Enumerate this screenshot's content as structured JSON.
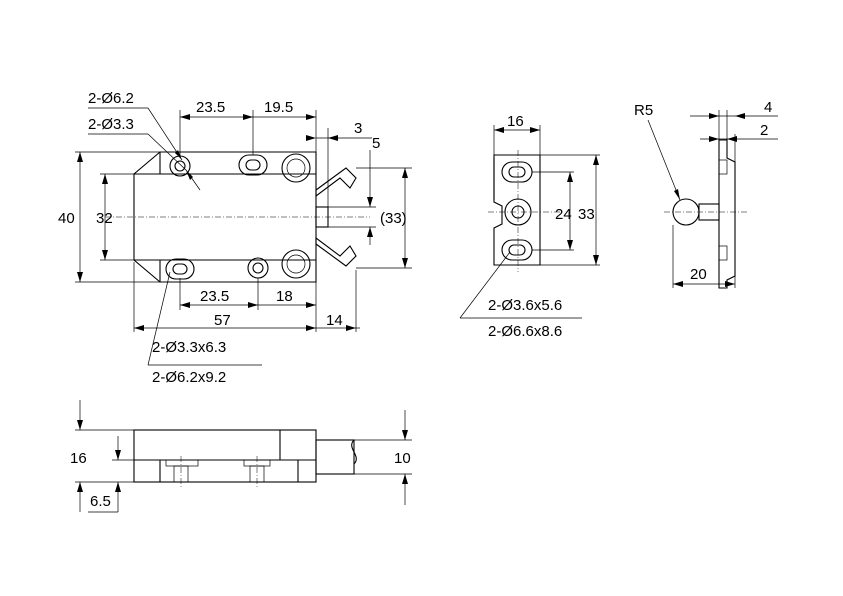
{
  "front_view": {
    "hole_large_dia": "2-Ø6.2",
    "hole_small_dia": "2-Ø3.3",
    "top_dim_1": "23.5",
    "top_dim_2": "19.5",
    "dim_3": "3",
    "dim_5": "5",
    "height_overall": "40",
    "height_inner": "32",
    "ref_height": "(33)",
    "bottom_dim_1": "23.5",
    "bottom_dim_2": "18",
    "length_overall": "57",
    "dim_14": "14",
    "slot_small": "2-Ø3.3x6.3",
    "slot_large": "2-Ø6.2x9.2"
  },
  "end_view": {
    "width": "16",
    "inner_height": "24",
    "outer_height": "33",
    "slot_small": "2-Ø3.6x5.6",
    "slot_large": "2-Ø6.6x8.6"
  },
  "striker_view": {
    "radius": "R5",
    "dim_4": "4",
    "dim_2": "2",
    "dim_20": "20"
  },
  "side_view": {
    "height": "16",
    "base": "6.5",
    "plunger": "10"
  }
}
